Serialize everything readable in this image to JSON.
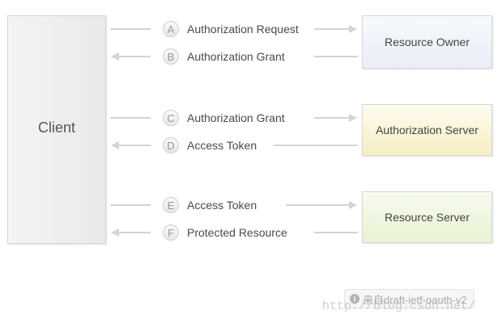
{
  "actors": {
    "client": "Client",
    "resource_owner": "Resource Owner",
    "authorization_server": "Authorization Server",
    "resource_server": "Resource Server"
  },
  "steps": [
    {
      "letter": "A",
      "label": "Authorization Request",
      "direction": "to-server"
    },
    {
      "letter": "B",
      "label": "Authorization Grant",
      "direction": "to-client"
    },
    {
      "letter": "C",
      "label": "Authorization Grant",
      "direction": "to-server"
    },
    {
      "letter": "D",
      "label": "Access Token",
      "direction": "to-client"
    },
    {
      "letter": "E",
      "label": "Access Token",
      "direction": "to-server"
    },
    {
      "letter": "F",
      "label": "Protected Resource",
      "direction": "to-client"
    }
  ],
  "colors": {
    "arrow": "#d4d4d4",
    "resource_owner_fill": "#eef2f9",
    "authorization_server_fill": "#f8f1cc",
    "resource_server_fill": "#ecf4da"
  },
  "watermark": {
    "text": "来自draft-ietf-oauth-v2",
    "icon": "info-icon",
    "url": "http://blog.csdn.net/"
  }
}
